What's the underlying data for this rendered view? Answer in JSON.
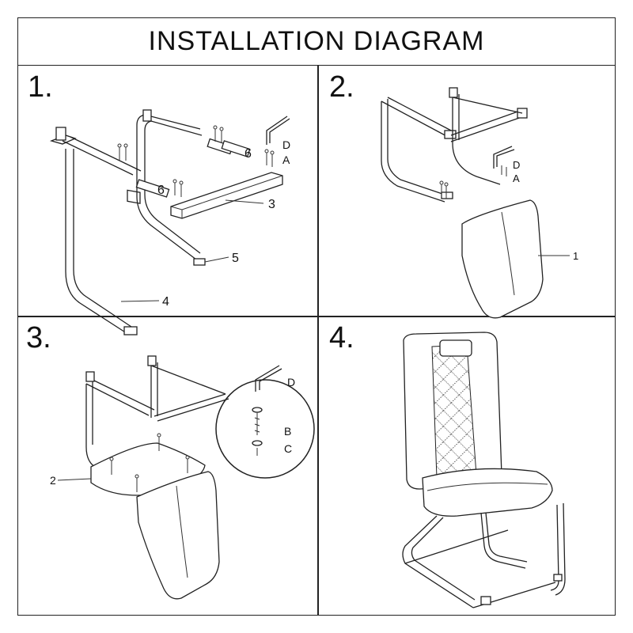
{
  "title": "INSTALLATION DIAGRAM",
  "steps": [
    {
      "number": "1.",
      "labels": {
        "d": "D",
        "a": "A",
        "part6a": "6",
        "part6b": "6",
        "part3": "3",
        "part5": "5",
        "part4": "4"
      }
    },
    {
      "number": "2.",
      "labels": {
        "d": "D",
        "a": "A",
        "part1": "1"
      }
    },
    {
      "number": "3.",
      "labels": {
        "part2": "2",
        "d": "D",
        "b": "B",
        "c": "C"
      }
    },
    {
      "number": "4."
    }
  ],
  "colors": {
    "line": "#222222",
    "background": "#ffffff"
  }
}
